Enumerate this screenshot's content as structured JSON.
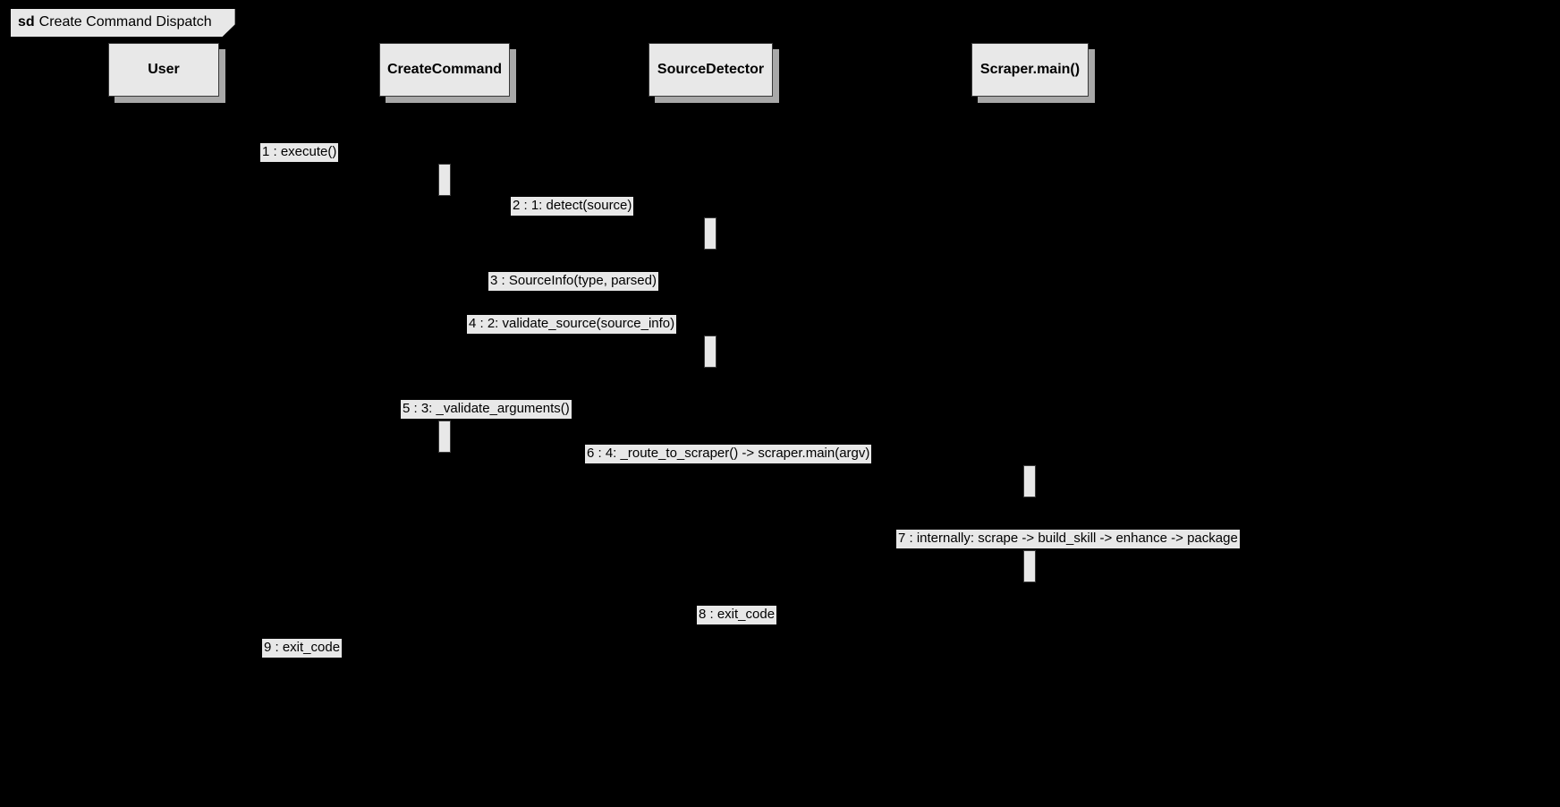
{
  "frame": {
    "keyword": "sd",
    "title": "Create Command Dispatch"
  },
  "participants": [
    {
      "name": "User",
      "label": "User"
    },
    {
      "name": "CreateCommand",
      "label": "CreateCommand"
    },
    {
      "name": "SourceDetector",
      "label": "SourceDetector"
    },
    {
      "name": "Scraper",
      "label": "Scraper.main()"
    }
  ],
  "messages": [
    {
      "label": "1 : execute()"
    },
    {
      "label": "2 : 1: detect(source)"
    },
    {
      "label": "3 : SourceInfo(type, parsed)"
    },
    {
      "label": "4 : 2: validate_source(source_info)"
    },
    {
      "label": "5 : 3: _validate_arguments()"
    },
    {
      "label": "6 : 4: _route_to_scraper() -> scraper.main(argv)"
    },
    {
      "label": "7 : internally: scrape -> build_skill -> enhance -> package"
    },
    {
      "label": "8 : exit_code"
    },
    {
      "label": "9 : exit_code"
    }
  ],
  "colors": {
    "background": "#000000",
    "box_fill": "#e8e8e8",
    "box_border": "#383838",
    "box_shadow": "#a8a8a8",
    "text": "#000000"
  }
}
